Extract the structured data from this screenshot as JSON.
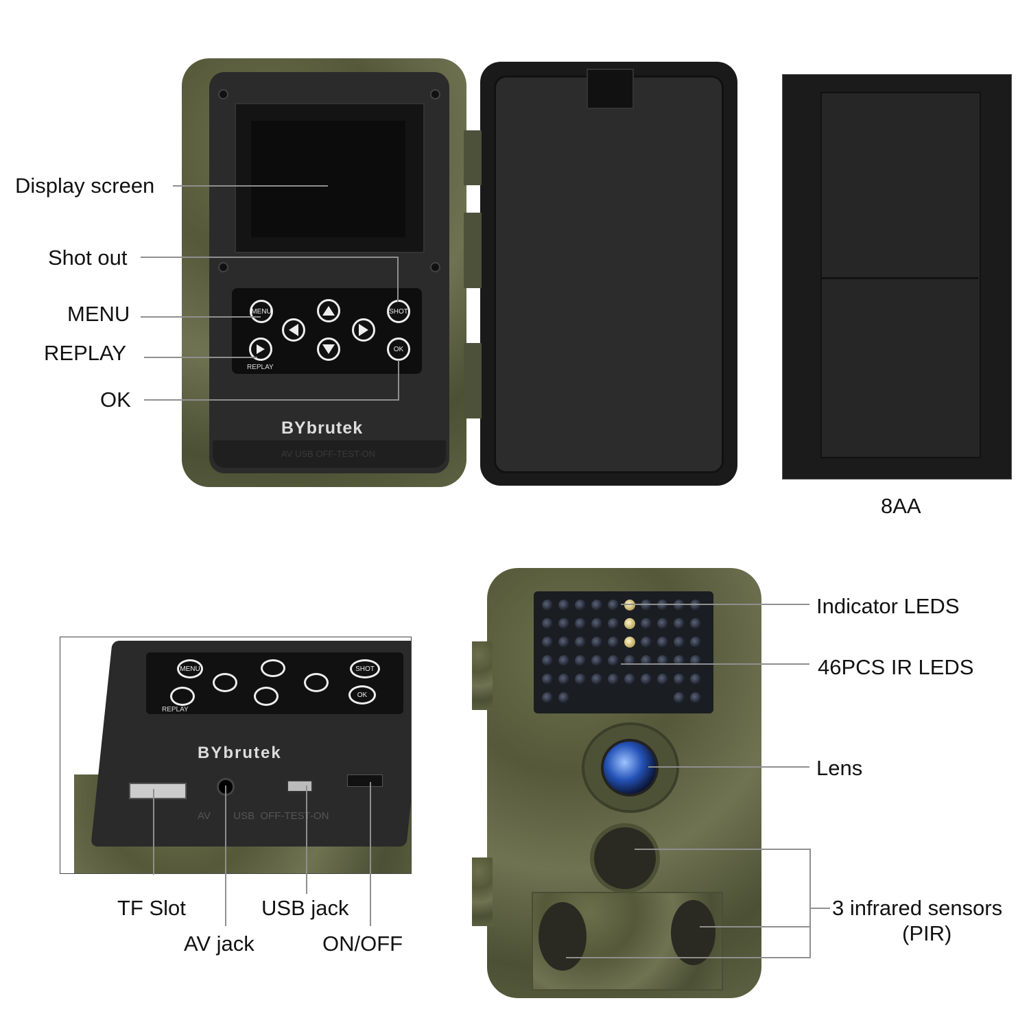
{
  "back_view": {
    "brand": "BYbrutek",
    "keypad": {
      "menu": "MENU",
      "shot": "SHOT",
      "ok": "OK",
      "replay": "REPLAY"
    },
    "port_labels": "AV   USB OFF-TEST-ON",
    "callouts": [
      "Display screen",
      "Shot out",
      "MENU",
      "REPLAY",
      "OK"
    ]
  },
  "battery_box": {
    "caption": "8AA"
  },
  "side_view": {
    "brand": "BYbrutek",
    "keypad": {
      "menu": "MENU",
      "shot": "SHOT",
      "ok": "OK",
      "replay": "REPLAY"
    },
    "port_labels": "AV        USB  OFF-TEST-ON",
    "callouts": [
      "TF Slot",
      "AV jack",
      "USB jack",
      "ON/OFF"
    ]
  },
  "front_view": {
    "callouts": [
      "Indicator LEDS",
      "46PCS IR LEDS",
      "Lens",
      "3 infrared sensors",
      "(PIR)"
    ]
  },
  "colors": {
    "body": "#5d6243",
    "panel": "#2a2a2a",
    "leader_line": "#8f8f8f"
  }
}
